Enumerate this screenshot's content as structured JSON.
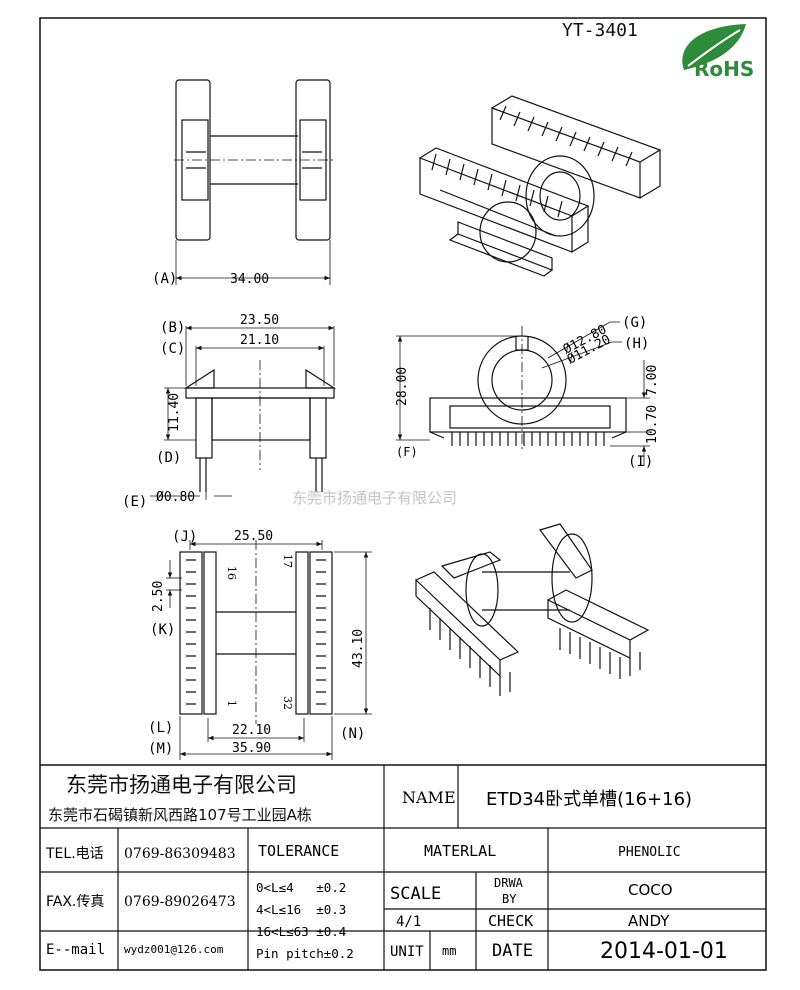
{
  "header": {
    "part_no": "YT-3401",
    "rohs": "RoHS"
  },
  "watermark": "东莞市扬通电子有限公司",
  "labels": {
    "A": "A",
    "B": "B",
    "C": "C",
    "D": "D",
    "E": "E",
    "F": "F",
    "G": "G",
    "H": "H",
    "I": "I",
    "J": "J",
    "K": "K",
    "L": "L",
    "M": "M",
    "N": "N"
  },
  "dims": {
    "a": "34.00",
    "b": "23.50",
    "c": "21.10",
    "d": "11.40",
    "e": "Ø0.80",
    "g": "Ø12.80",
    "h": "Ø11.20",
    "f": "28.00",
    "h2": "7.00",
    "i": "10.70",
    "j": "25.50",
    "k": "2.50",
    "l": "22.10",
    "m": "35.90",
    "n": "43.10"
  },
  "pins": {
    "p16": "16",
    "p17": "17",
    "p1": "1",
    "p32": "32"
  },
  "title_block": {
    "company": "东莞市扬通电子有限公司",
    "address": "东莞市石碣镇新风西路107号工业园A栋",
    "name_label": "NAME",
    "name_value": "ETD34卧式单槽(16+16)",
    "tel_label": "TEL.电话",
    "tel_value": "0769-86309483",
    "fax_label": "FAX.传真",
    "fax_value": "0769-89026473",
    "mail_label": "E--mail",
    "mail_value": "wydz001@126.com",
    "tolerance_label": "TOLERANCE",
    "tol1": "0<L≤4   ±0.2",
    "tol2": "4<L≤16  ±0.3",
    "tol3": "16<L≤63 ±0.4",
    "tol4": "Pin pitch±0.2",
    "material_label": "MATERLAL",
    "material_value": "PHENOLIC",
    "scale_label": "SCALE",
    "scale_value": "4/1",
    "drawn_label_1": "DRWA",
    "drawn_label_2": "BY",
    "drawn_value": "COCO",
    "check_label": "CHECK",
    "check_value": "ANDY",
    "unit_label": "UNIT",
    "unit_value": "mm",
    "date_label": "DATE",
    "date_value": "2014-01-01"
  }
}
